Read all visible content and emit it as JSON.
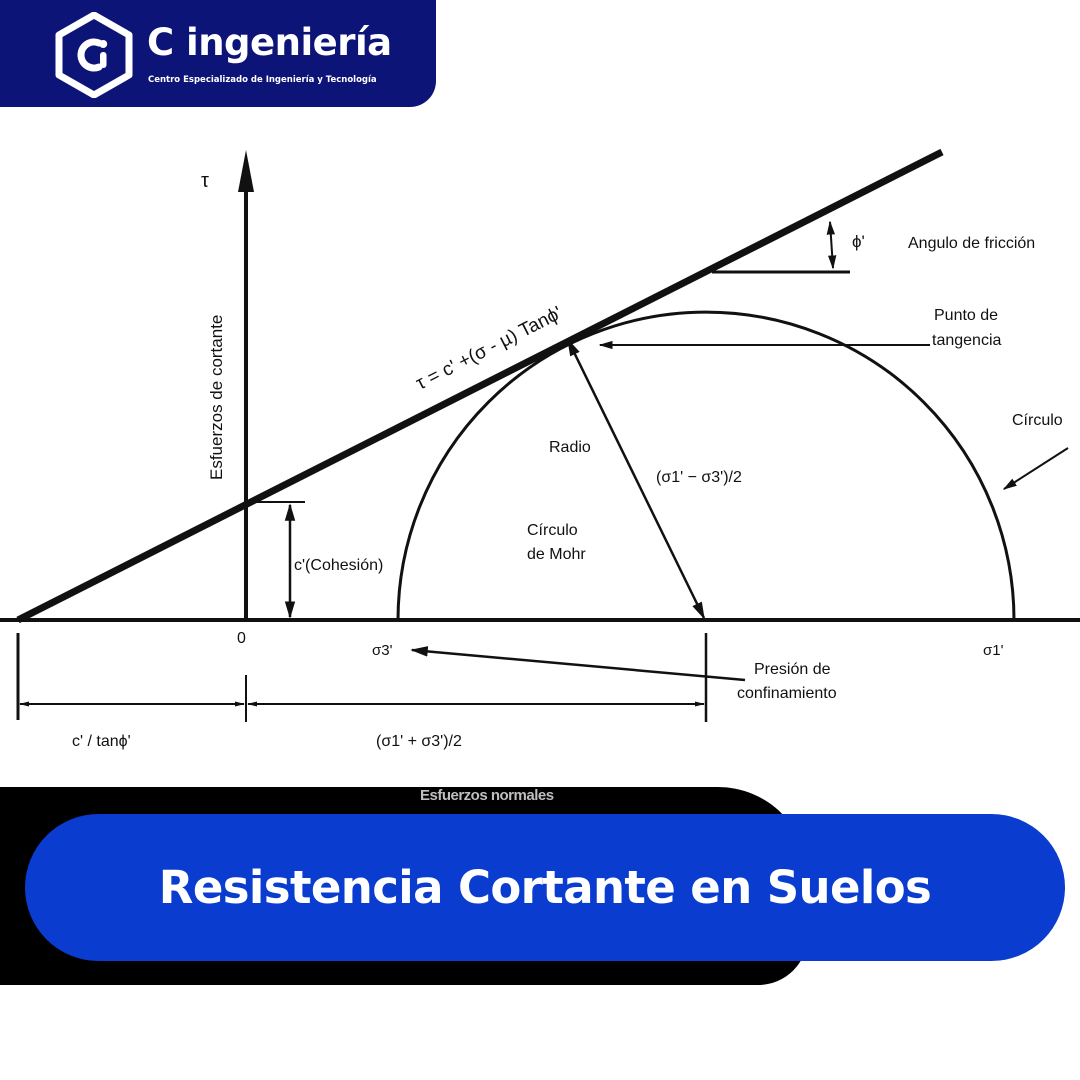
{
  "header": {
    "brand_name": "C ingeniería",
    "brand_subtitle": "Centro Especializado de Ingeniería y Tecnología",
    "logo_icon": "hexagon-ci-logo",
    "background_color": "#0d1478"
  },
  "diagram": {
    "y_axis_symbol": "τ",
    "y_axis_label": "Esfuerzos de cortante",
    "x_axis_label": "Esfuerzos normales",
    "envelope_equation": "τ = c' +(σ - µ) Tanϕ'",
    "phi_symbol": "ϕ'",
    "friction_angle_label": "Angulo de fricción",
    "tangency_label_line1": "Punto de",
    "tangency_label_line2": "tangencia",
    "circle_label_right": "Círculo",
    "radius_label": "Radio",
    "radius_formula": "(σ1' − σ3')/2",
    "mohr_label_line1": "Círculo",
    "mohr_label_line2": "de Mohr",
    "cohesion_label": "c'(Cohesión)",
    "origin_label": "0",
    "sigma3_label": "σ3'",
    "sigma1_label": "σ1'",
    "confinement_label_line1": "Presión de",
    "confinement_label_line2": "confinamiento",
    "dim_left_label": "c' / tanϕ'",
    "dim_right_label": "(σ1' + σ3')/2"
  },
  "footer": {
    "ghost_text": "Esfuerzos normales",
    "title": "Resistencia Cortante en Suelos",
    "pill_color": "#0a3ccf",
    "backdrop_color": "#000000"
  }
}
